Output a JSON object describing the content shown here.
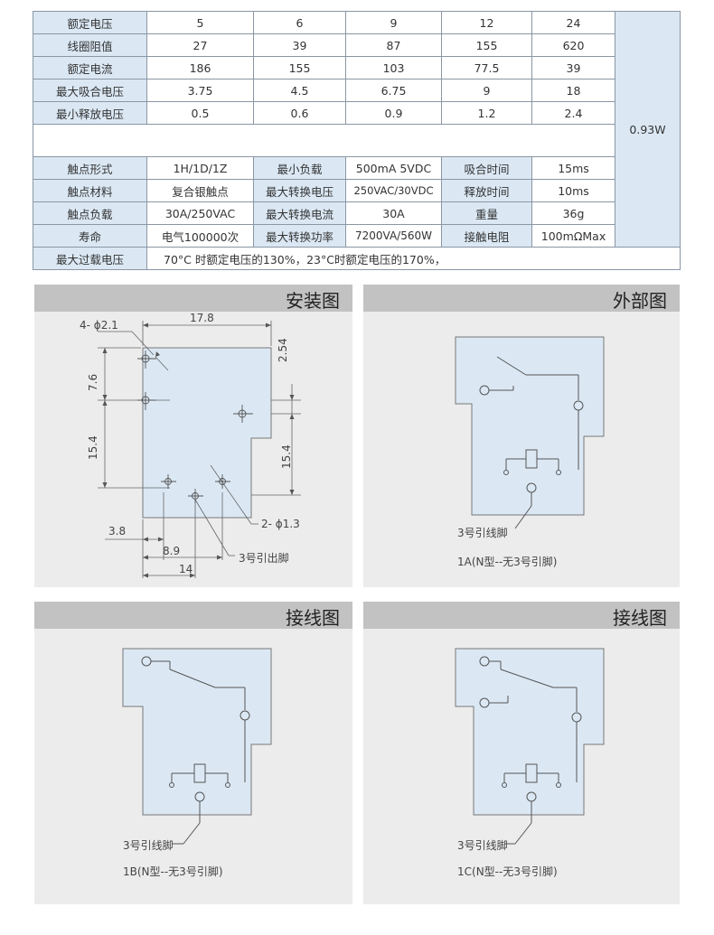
{
  "table": {
    "rows": [
      {
        "label": "额定电压",
        "values": [
          "5",
          "6",
          "9",
          "12",
          "24"
        ]
      },
      {
        "label": "线圈阻值",
        "values": [
          "27",
          "39",
          "87",
          "155",
          "620"
        ]
      },
      {
        "label": "额定电流",
        "values": [
          "186",
          "155",
          "103",
          "77.5",
          "39"
        ]
      },
      {
        "label": "最大吸合电压",
        "values": [
          "3.75",
          "4.5",
          "6.75",
          "9",
          "18"
        ]
      },
      {
        "label": "最小释放电压",
        "values": [
          "0.5",
          "0.6",
          "0.9",
          "1.2",
          "2.4"
        ]
      }
    ],
    "power": "0.93W",
    "params": [
      [
        "触点形式",
        "1H/1D/1Z",
        "最小负载",
        "500mA 5VDC",
        "吸合时间",
        "15ms"
      ],
      [
        "触点材料",
        "复合银触点",
        "最大转换电压",
        "250VAC/30VDC",
        "释放时间",
        "10ms"
      ],
      [
        "触点负载",
        "30A/250VAC",
        "最大转换电流",
        "30A",
        "重量",
        "36g"
      ],
      [
        "寿命",
        "电气100000次",
        "最大转换功率",
        "7200VA/560W",
        "接触电阻",
        "100mΩMax"
      ]
    ],
    "overload_label": "最大过载电压",
    "overload_text": "70°C 时额定电压的130%，23°C时额定电压的170%，"
  },
  "panels": {
    "install": {
      "title": "安装图",
      "dims": {
        "d_top": "17.8",
        "holes4": "4- ϕ2.1",
        "d_254": "2.54",
        "d_76": "7.6",
        "d_154_left": "15.4",
        "d_154_right": "15.4",
        "d_38": "3.8",
        "d_89": "8.9",
        "d_14": "14",
        "holes2": "2- ϕ1.3",
        "pin3": "3号引出脚"
      }
    },
    "exterior": {
      "title": "外部图",
      "pin_label": "3号引线脚",
      "caption": "1A(N型--无3号引脚)"
    },
    "wiring_b": {
      "title": "接线图",
      "pin_label": "3号引线脚",
      "caption": "1B(N型--无3号引脚)"
    },
    "wiring_c": {
      "title": "接线图",
      "pin_label": "3号引线脚",
      "caption": "1C(N型--无3号引脚)"
    }
  }
}
